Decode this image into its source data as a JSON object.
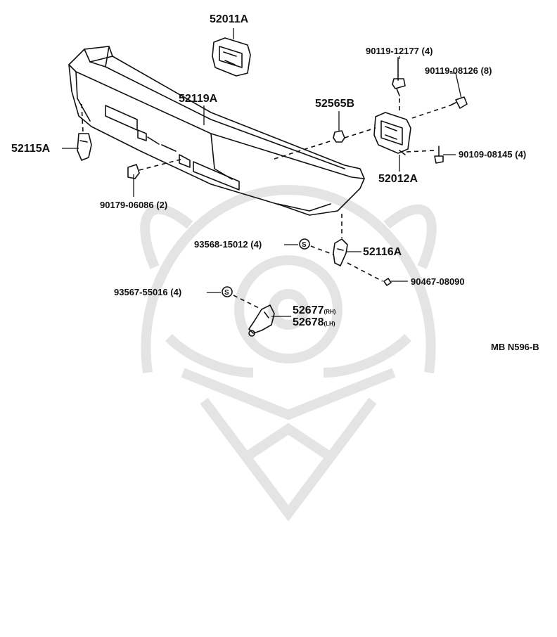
{
  "diagram_code": "MB N596-B",
  "parts": {
    "p52011A": "52011A",
    "p52119A": "52119A",
    "p52115A": "52115A",
    "p90179": "90179-06086",
    "p90179_qty": "(2)",
    "p52565B": "52565B",
    "p90119a": "90119-12177",
    "p90119a_qty": "(4)",
    "p90119b": "90119-08126",
    "p90119b_qty": "(8)",
    "p90109": "90109-08145",
    "p90109_qty": "(4)",
    "p52012A": "52012A",
    "p93568": "93568-15012",
    "p93568_qty": "(4)",
    "p52116A": "52116A",
    "p90467": "90467-08090",
    "p93567": "93567-55016",
    "p93567_qty": "(4)",
    "p52677": "52677",
    "p52677_side": "(RH)",
    "p52678": "52678",
    "p52678_side": "(LH)"
  },
  "watermark_icon": "samurai-helmet-watermark"
}
